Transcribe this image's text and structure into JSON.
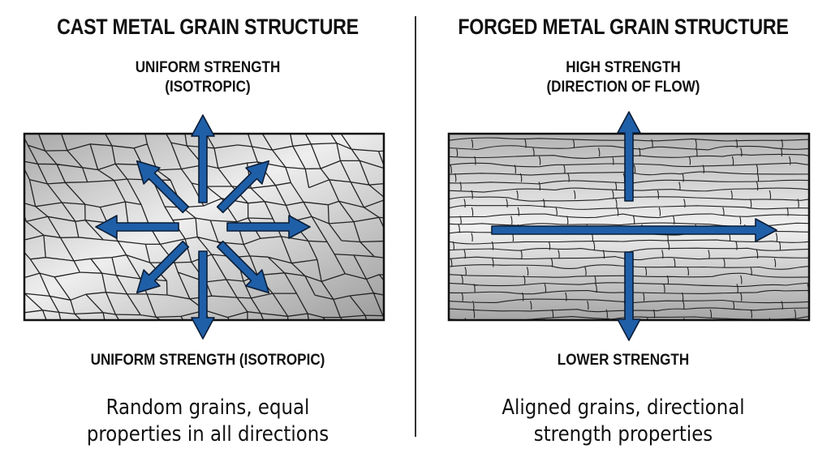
{
  "left": {
    "title": "CAST METAL GRAIN STRUCTURE",
    "top_label_line1": "UNIFORM STRENGTH",
    "top_label_line2": "(ISOTROPIC)",
    "bottom_label": "UNIFORM STRENGTH (ISOTROPIC)",
    "caption_line1": "Random grains, equal",
    "caption_line2": "properties in all directions"
  },
  "right": {
    "title": "FORGED METAL GRAIN STRUCTURE",
    "top_label_line1": "HIGH STRENGTH",
    "top_label_line2": "(DIRECTION OF FLOW)",
    "bottom_label": "LOWER STRENGTH",
    "caption_line1": "Aligned grains, directional",
    "caption_line2": "strength properties"
  },
  "colors": {
    "arrow": "#1f5fa8",
    "arrow_outline": "#0b1d36",
    "metal_light": "#f2f2f2",
    "metal_dark": "#9a9a9a",
    "grain_line": "#222222"
  }
}
